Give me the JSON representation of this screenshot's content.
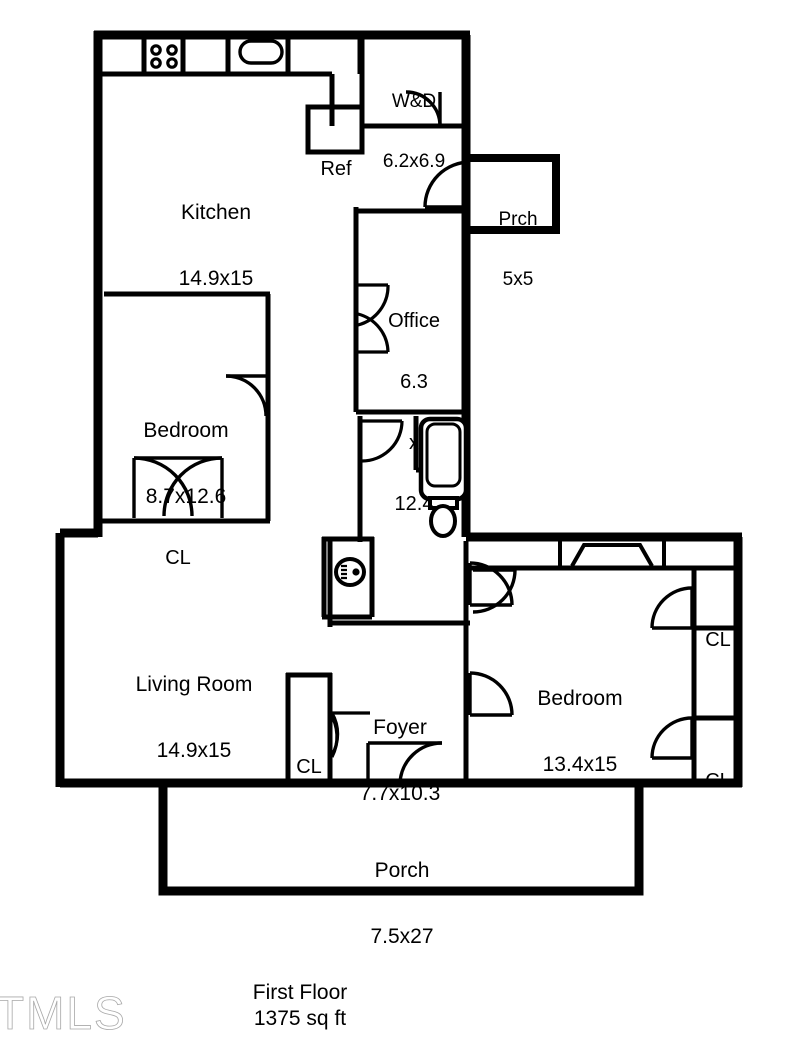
{
  "document": {
    "type": "floor-plan",
    "watermark": "TMLS",
    "footer": {
      "title": "First Floor",
      "area": "1375 sq ft"
    }
  },
  "rooms": [
    {
      "id": "kitchen",
      "name": "Kitchen",
      "dimensions": "14.9x15"
    },
    {
      "id": "wd",
      "name": "W&D",
      "dimensions": "6.2x6.9"
    },
    {
      "id": "ref",
      "name": "Ref",
      "dimensions": ""
    },
    {
      "id": "porch-side",
      "name": "Prch",
      "dimensions": "5x5"
    },
    {
      "id": "office",
      "name": "Office",
      "dimensions": "6.3 x 12.4"
    },
    {
      "id": "bedroom-left",
      "name": "Bedroom",
      "dimensions": "8.7x12.6"
    },
    {
      "id": "living-room",
      "name": "Living Room",
      "dimensions": "14.9x15"
    },
    {
      "id": "foyer",
      "name": "Foyer",
      "dimensions": "7.7x10.3"
    },
    {
      "id": "bedroom-right",
      "name": "Bedroom",
      "dimensions": "13.4x15"
    },
    {
      "id": "porch",
      "name": "Porch",
      "dimensions": "7.5x27"
    }
  ],
  "office_label": {
    "name": "Office",
    "line1": "6.3",
    "line2": "x",
    "line3": "12.4"
  },
  "closets": [
    {
      "id": "closet-bedroom-left",
      "label": "CL"
    },
    {
      "id": "closet-foyer",
      "label": "CL"
    },
    {
      "id": "closet-bedroom-right-upper",
      "label": "CL"
    },
    {
      "id": "closet-bedroom-right-lower",
      "label": "CL"
    }
  ],
  "fixtures": [
    {
      "id": "stove",
      "name": "stove-icon"
    },
    {
      "id": "sink",
      "name": "kitchen-sink-icon"
    },
    {
      "id": "tub",
      "name": "bathtub-icon"
    },
    {
      "id": "toilet",
      "name": "toilet-icon"
    },
    {
      "id": "vanity",
      "name": "vanity-sink-icon"
    },
    {
      "id": "window",
      "name": "window-icon"
    }
  ],
  "colors": {
    "wall": "#000000",
    "fill": "#ffffff",
    "watermark": "#9a9a9a"
  }
}
